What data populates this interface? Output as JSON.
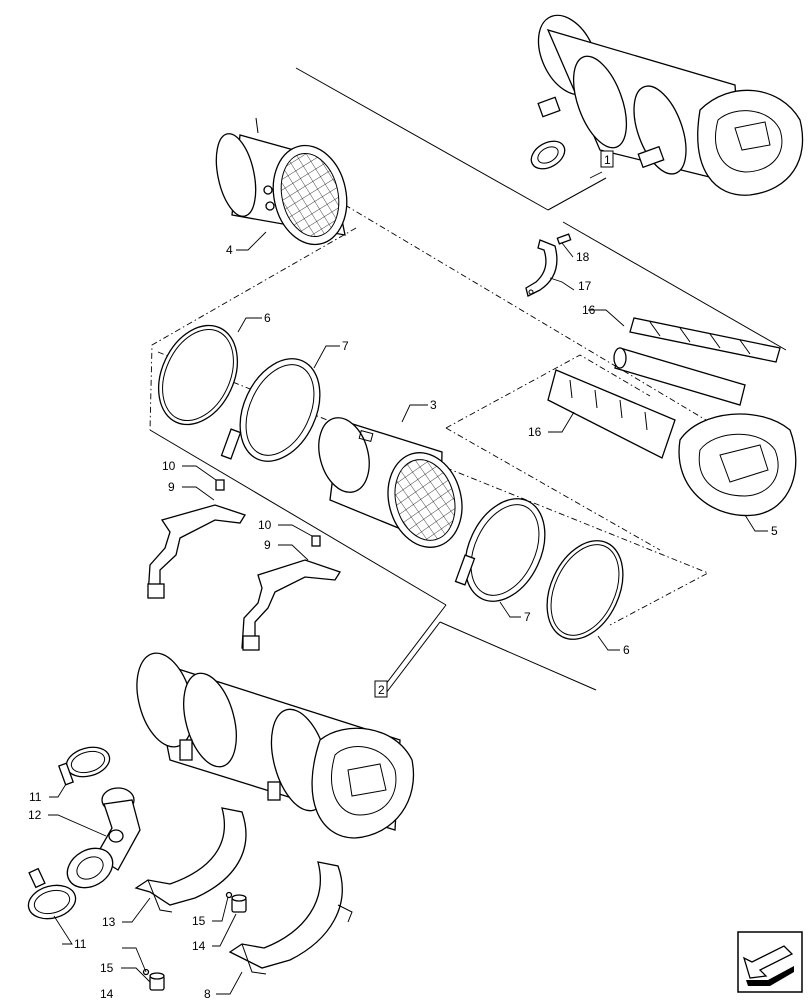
{
  "callouts": {
    "c1": "1",
    "c2": "2",
    "c3": "3",
    "c4": "4",
    "c5": "5",
    "c6a": "6",
    "c6b": "6",
    "c7a": "7",
    "c7b": "7",
    "c8": "8",
    "c9a": "9",
    "c9b": "9",
    "c10a": "10",
    "c10b": "10",
    "c11a": "11",
    "c11b": "11",
    "c12": "12",
    "c13": "13",
    "c14a": "14",
    "c14b": "14",
    "c15a": "15",
    "c15b": "15",
    "c16a": "16",
    "c16b": "16",
    "c17": "17",
    "c18": "18"
  },
  "icons": {
    "nav": "arrow-nav-icon"
  }
}
